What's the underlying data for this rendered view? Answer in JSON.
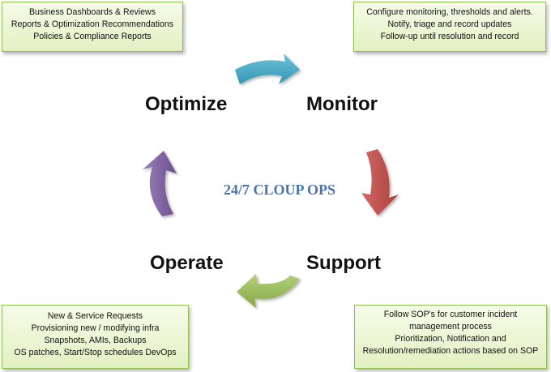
{
  "center_title": "24/7 CLOUP OPS",
  "phases": {
    "optimize": "Optimize",
    "monitor": "Monitor",
    "operate": "Operate",
    "support": "Support"
  },
  "notes": {
    "optimize": [
      "Business Dashboards & Reviews",
      "Reports & Optimization Recommendations",
      "Policies & Compliance Reports"
    ],
    "monitor": [
      "Configure monitoring, thresholds and alerts.",
      "Notify, triage and record updates",
      "Follow-up until resolution and record"
    ],
    "operate": [
      "New & Service Requests",
      "Provisioning new / modifying infra",
      "Snapshots, AMIs, Backups",
      "OS patches, Start/Stop schedules DevOps"
    ],
    "support": [
      "Follow SOP's for customer incident management process",
      "Prioritization, Notification and",
      "Resolution/remediation actions based on SOP"
    ]
  },
  "colors": {
    "arrow_top": "#4bacc6",
    "arrow_right": "#c0504d",
    "arrow_bottom": "#9bbb59",
    "arrow_left": "#8064a2",
    "title": "#4a74a8",
    "note_border": "#8fbf4d"
  },
  "cycle_direction": "clockwise"
}
